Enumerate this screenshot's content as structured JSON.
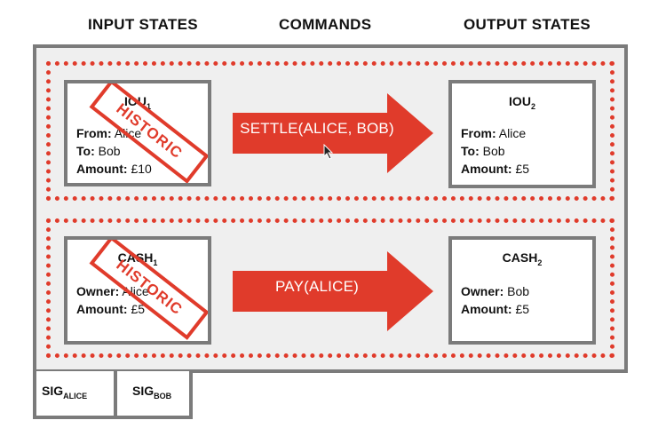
{
  "headers": {
    "input": "INPUT STATES",
    "commands": "COMMANDS",
    "output": "OUTPUT STATES"
  },
  "iou1": {
    "title": "IOU",
    "sub": "1",
    "from_label": "From:",
    "from": "Alice",
    "to_label": "To:",
    "to": "Bob",
    "amount_label": "Amount:",
    "amount": "£10",
    "stamp": "HISTORIC"
  },
  "iou2": {
    "title": "IOU",
    "sub": "2",
    "from_label": "From:",
    "from": "Alice",
    "to_label": "To:",
    "to": "Bob",
    "amount_label": "Amount:",
    "amount": "£5"
  },
  "cash1": {
    "title": "CASH",
    "sub": "1",
    "owner_label": "Owner:",
    "owner": "Alice",
    "amount_label": "Amount:",
    "amount": "£5",
    "stamp": "HISTORIC"
  },
  "cash2": {
    "title": "CASH",
    "sub": "2",
    "owner_label": "Owner:",
    "owner": "Bob",
    "amount_label": "Amount:",
    "amount": "£5"
  },
  "commands": {
    "settle": "SETTLE(ALICE, BOB)",
    "pay": "PAY(ALICE)"
  },
  "signatures": {
    "alice_main": "SIG",
    "alice_sub": "ALICE",
    "bob_main": "SIG",
    "bob_sub": "BOB"
  },
  "colors": {
    "accent": "#e03b2b",
    "frame": "#7b7b7b",
    "background": "#efefef"
  }
}
